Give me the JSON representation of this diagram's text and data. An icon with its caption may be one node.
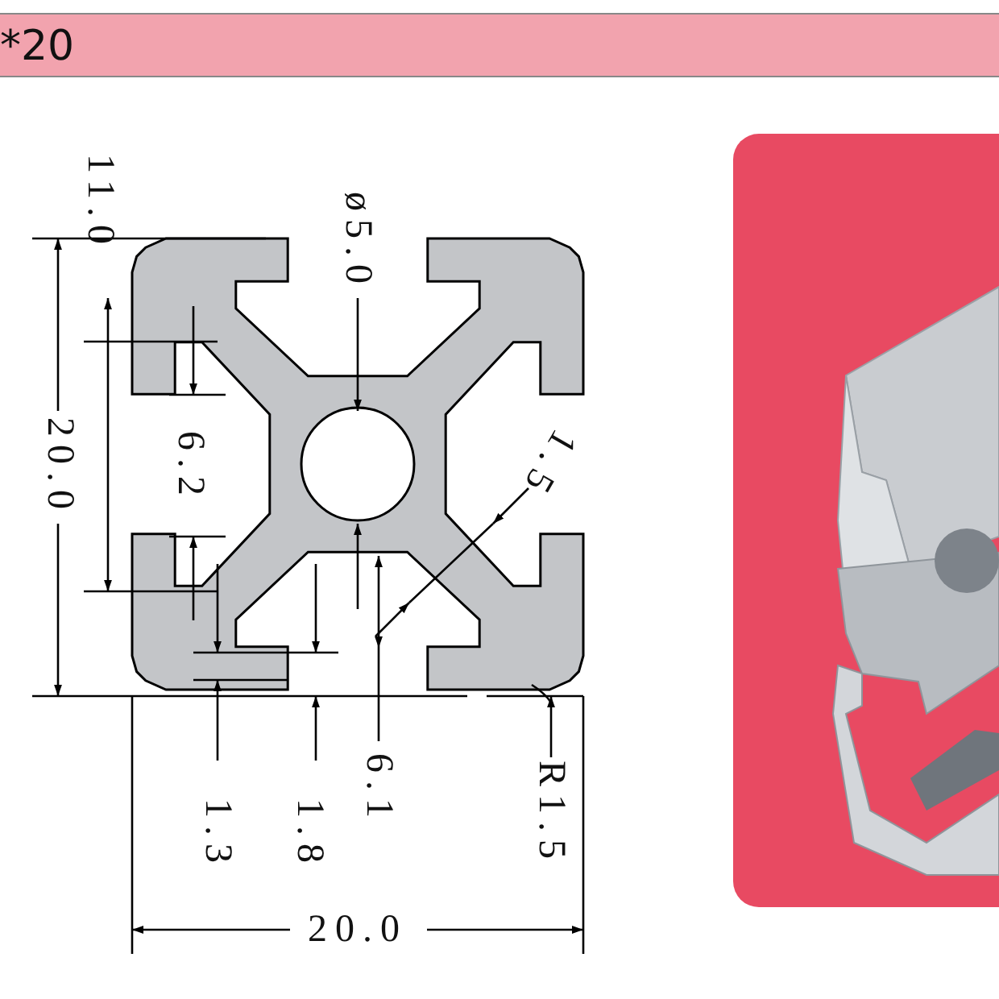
{
  "diagram": {
    "title": "*20",
    "labels": [
      "11.0",
      "ø5.0",
      "20.0",
      "6.2",
      "1.5",
      "1.3",
      "1.8",
      "6.1",
      "R1.5",
      "20.0"
    ]
  }
}
